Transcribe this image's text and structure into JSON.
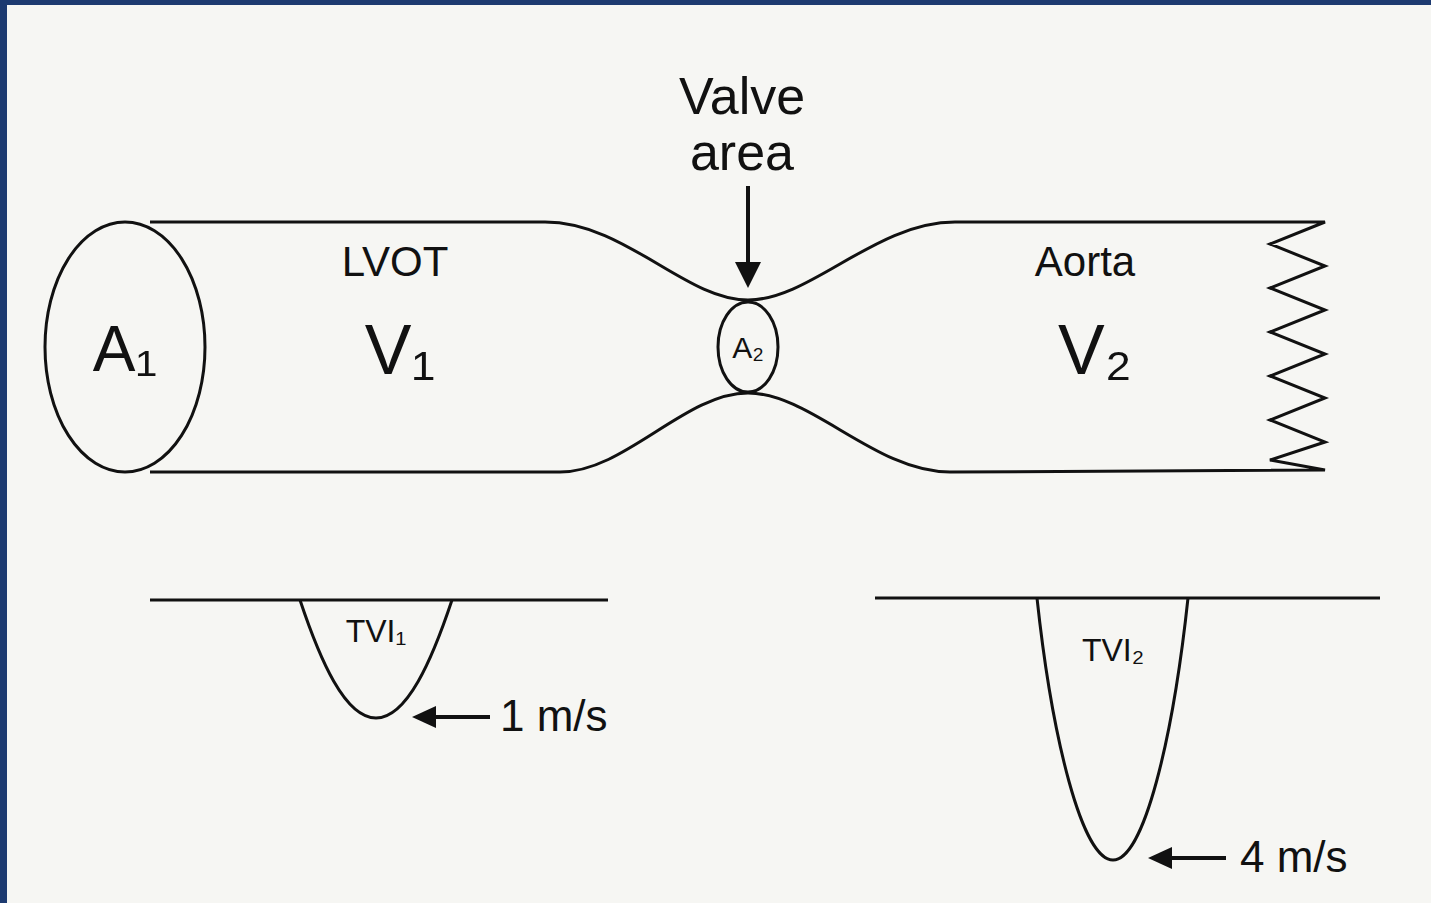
{
  "diagram": {
    "nodes": [
      {
        "text": [
          "LVOT",
          "V₁",
          "Aorta",
          "V₂"
        ]
      },
      {
        "text": [
          "A₁"
        ],
        "in": 0
      },
      {
        "text": [
          "A₂"
        ],
        "in": 0
      },
      {
        "text": [
          "TVI₁"
        ]
      },
      {
        "text": [
          "TVI₂"
        ]
      }
    ],
    "labels": [
      "Valve area",
      "1 m/s",
      "4 m/s"
    ]
  }
}
